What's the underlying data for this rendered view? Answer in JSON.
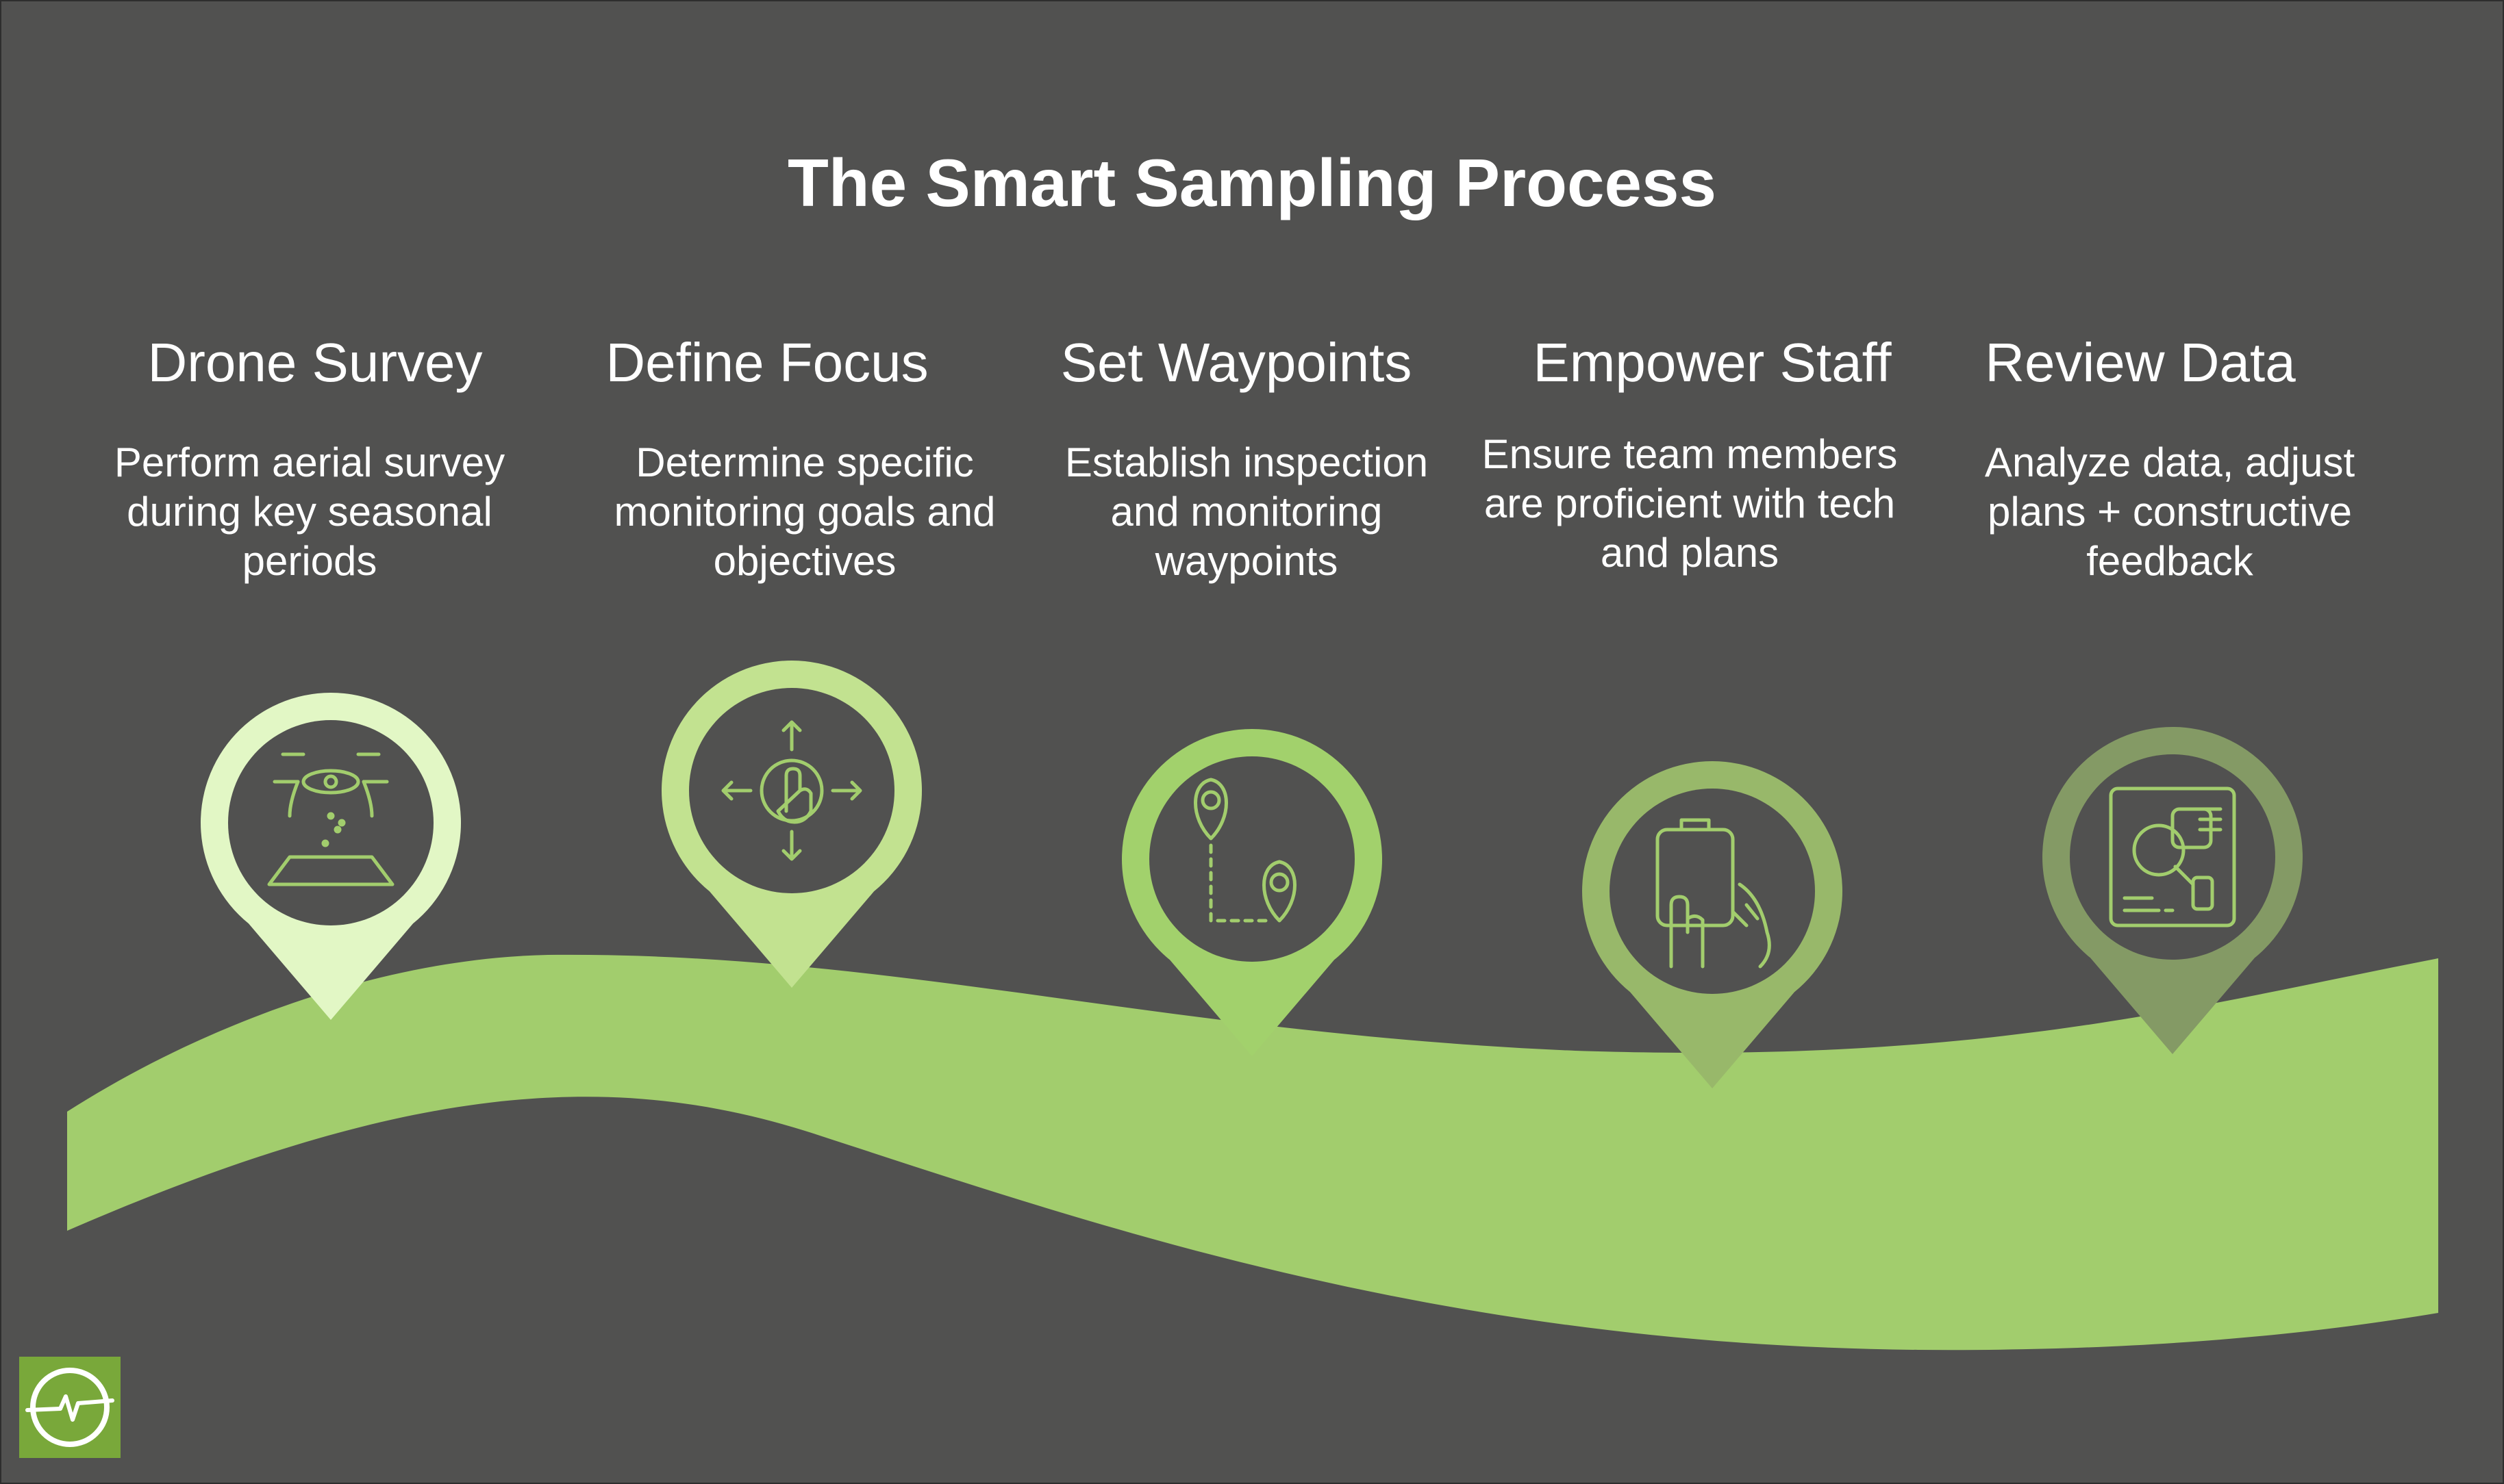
{
  "title": "The Smart Sampling Process",
  "steps": [
    {
      "title": "Drone Survey",
      "description": "Perform aerial survey during key seasonal periods",
      "icon": "drone-icon",
      "color": "#e2f7c5"
    },
    {
      "title": "Define Focus",
      "description": "Determine specific monitoring goals and objectives",
      "icon": "target-hand-icon",
      "color": "#c2e290"
    },
    {
      "title": "Set Waypoints",
      "description": "Establish inspection and monitoring waypoints",
      "icon": "map-pin-icon",
      "color": "#a2d16c"
    },
    {
      "title": "Empower Staff",
      "description": "Ensure team members are proficient with tech and plans",
      "icon": "clipboard-hand-icon",
      "color": "#98b86a"
    },
    {
      "title": "Review Data",
      "description": "Analyze data, adjust plans + constructive feedback",
      "icon": "dashboard-icon",
      "color": "#849a65"
    }
  ],
  "colors": {
    "background": "#515150",
    "wave": "#a2cd6d",
    "icon_stroke": "#a2cd6d",
    "logo": "#79a83a"
  }
}
